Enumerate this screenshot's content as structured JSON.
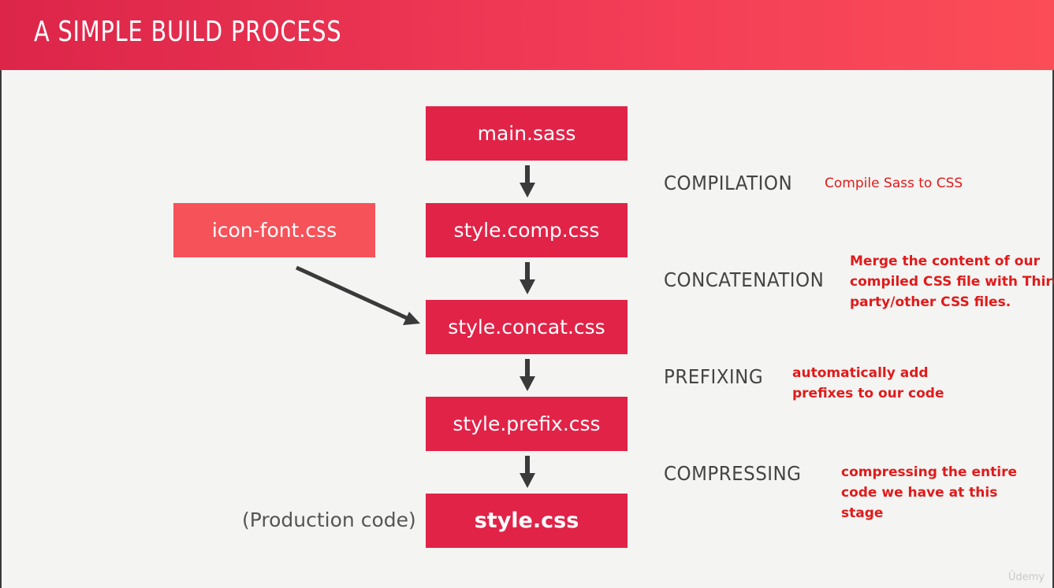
{
  "header": {
    "title": "A SIMPLE BUILD PROCESS"
  },
  "files": {
    "main_sass": "main.sass",
    "style_comp": "style.comp.css",
    "icon_font": "icon-font.css",
    "style_concat": "style.concat.css",
    "style_prefix": "style.prefix.css",
    "style_final": "style.css"
  },
  "production_label": "(Production code)",
  "stages": [
    {
      "name": "COMPILATION",
      "note_lines": [
        "Compile Sass to CSS"
      ]
    },
    {
      "name": "CONCATENATION",
      "note_lines": [
        "Merge the content of our",
        "compiled CSS file with Third-",
        "party/other CSS files."
      ]
    },
    {
      "name": "PREFIXING",
      "note_lines": [
        "automatically add",
        "prefixes to our code"
      ]
    },
    {
      "name": "COMPRESSING",
      "note_lines": [
        "compressing the entire",
        "code we have at this",
        "stage"
      ]
    }
  ],
  "colors": {
    "header_start": "#dc2549",
    "header_end": "#fb4d57",
    "box_main": "#e12348",
    "box_side": "#f6525a",
    "note_red": "#e01b1b",
    "stage_text": "#444444"
  },
  "watermark": "Ûdemy"
}
